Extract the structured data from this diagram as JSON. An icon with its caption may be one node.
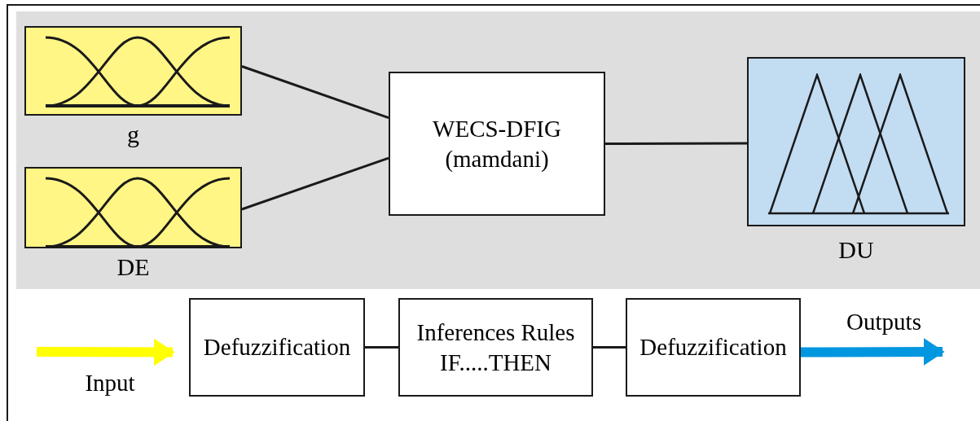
{
  "diagram": {
    "nodes": [
      {
        "text": [
          "g"
        ]
      },
      {
        "text": [
          "DE"
        ]
      },
      {
        "text": [
          "WECS-DFIG (mamdani)"
        ]
      },
      {
        "text": [
          "DU"
        ]
      },
      {
        "text": [
          "Defuzzification"
        ]
      },
      {
        "text": [
          "Inferences Rules IF.....THEN"
        ]
      },
      {
        "text": [
          "Defuzzification"
        ]
      }
    ],
    "edges": [
      {
        "from": 0,
        "to": 2,
        "arrow": "none"
      },
      {
        "from": 1,
        "to": 2,
        "arrow": "none"
      },
      {
        "from": 2,
        "to": 3,
        "arrow": "none"
      },
      {
        "from": 4,
        "to": 5,
        "arrow": "none"
      },
      {
        "from": 5,
        "to": 6,
        "arrow": "none"
      },
      {
        "from": null,
        "to": 4,
        "arrow": "to",
        "label": "Input",
        "style": "thick",
        "color": "#ffff00"
      },
      {
        "from": 6,
        "to": null,
        "arrow": "to",
        "label": "Outputs",
        "style": "thick",
        "color": "#0096e0"
      }
    ]
  }
}
